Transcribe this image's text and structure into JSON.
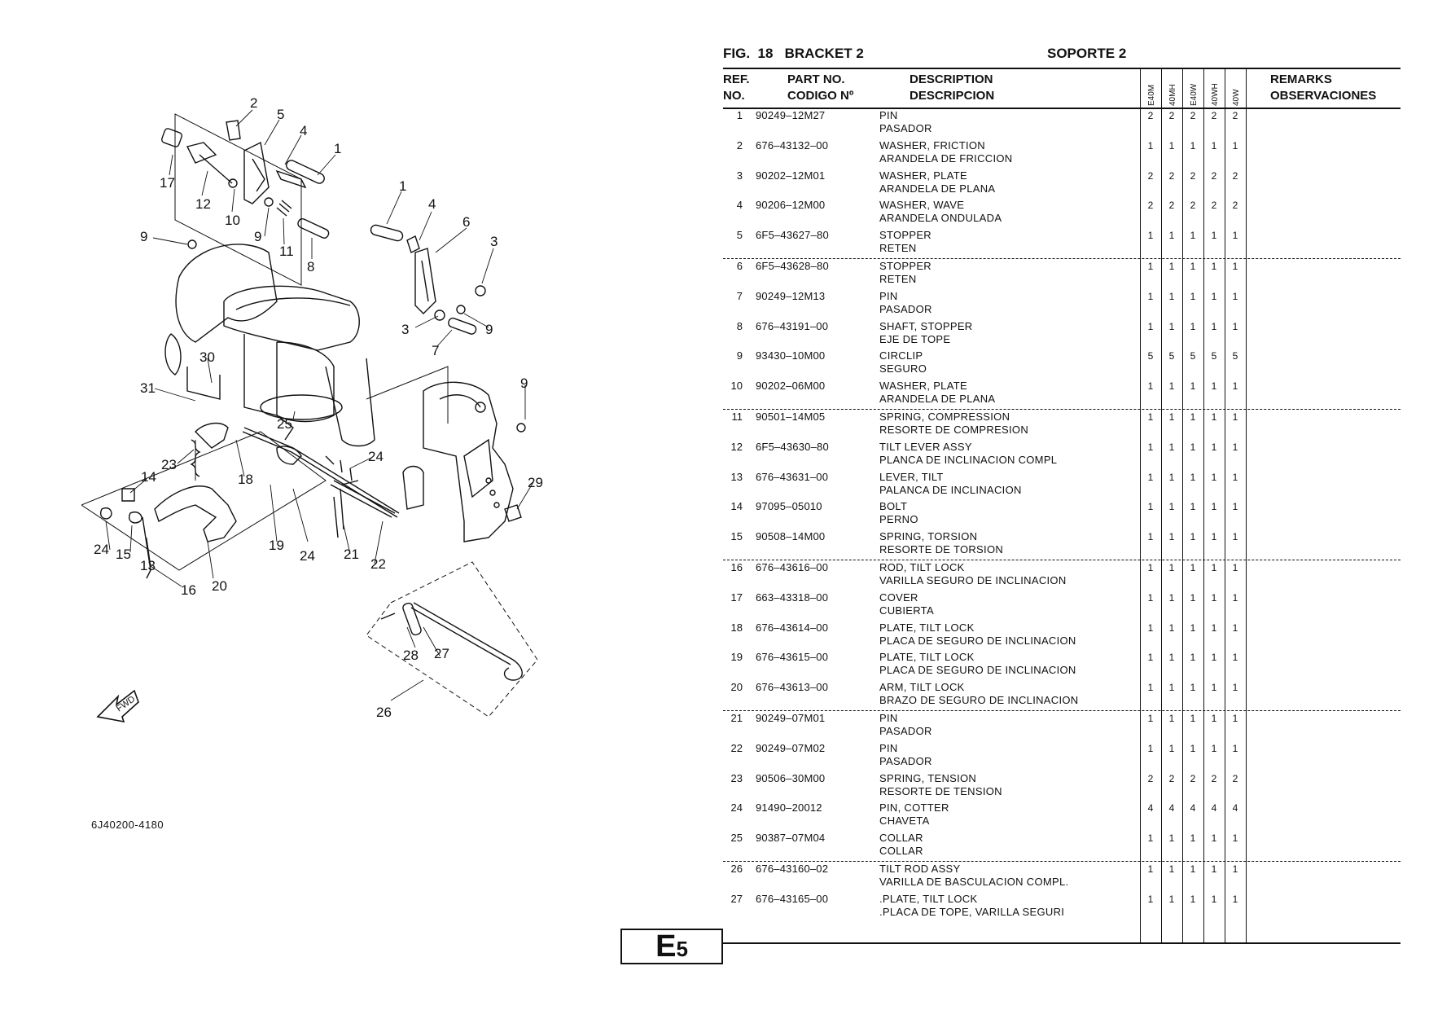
{
  "document": {
    "figure_label": "FIG.  18   BRACKET 2",
    "figure_title_es": "SOPORTE 2",
    "drawing_code": "6J40200-4180",
    "page_code": "E",
    "page_number": "5",
    "fwd_label": "FWD"
  },
  "table": {
    "headers": {
      "ref": "REF.",
      "no": "NO.",
      "part_no": "PART NO.",
      "codigo": "CODIGO Nº",
      "description": "DESCRIPTION",
      "descripcion": "DESCRIPCION",
      "remarks": "REMARKS",
      "observaciones": "OBSERVACIONES",
      "models": [
        "E40M",
        "40MH",
        "E40W",
        "40WH",
        "40W"
      ]
    },
    "rows": [
      {
        "ref": "1",
        "part": "90249–12M27",
        "en": "PIN",
        "es": "PASADOR",
        "qty": [
          "2",
          "2",
          "2",
          "2",
          "2"
        ],
        "group": true
      },
      {
        "ref": "2",
        "part": "676–43132–00",
        "en": "WASHER, FRICTION",
        "es": "ARANDELA DE FRICCION",
        "qty": [
          "1",
          "1",
          "1",
          "1",
          "1"
        ]
      },
      {
        "ref": "3",
        "part": "90202–12M01",
        "en": "WASHER, PLATE",
        "es": "ARANDELA  DE PLANA",
        "qty": [
          "2",
          "2",
          "2",
          "2",
          "2"
        ]
      },
      {
        "ref": "4",
        "part": "90206–12M00",
        "en": "WASHER, WAVE",
        "es": "ARANDELA  ONDULADA",
        "qty": [
          "2",
          "2",
          "2",
          "2",
          "2"
        ]
      },
      {
        "ref": "5",
        "part": "6F5–43627–80",
        "en": "STOPPER",
        "es": "RETEN",
        "qty": [
          "1",
          "1",
          "1",
          "1",
          "1"
        ]
      },
      {
        "ref": "6",
        "part": "6F5–43628–80",
        "en": "STOPPER",
        "es": "RETEN",
        "qty": [
          "1",
          "1",
          "1",
          "1",
          "1"
        ],
        "group": true
      },
      {
        "ref": "7",
        "part": "90249–12M13",
        "en": "PIN",
        "es": "PASADOR",
        "qty": [
          "1",
          "1",
          "1",
          "1",
          "1"
        ]
      },
      {
        "ref": "8",
        "part": "676–43191–00",
        "en": "SHAFT, STOPPER",
        "es": "EJE DE TOPE",
        "qty": [
          "1",
          "1",
          "1",
          "1",
          "1"
        ]
      },
      {
        "ref": "9",
        "part": "93430–10M00",
        "en": "CIRCLIP",
        "es": "SEGURO",
        "qty": [
          "5",
          "5",
          "5",
          "5",
          "5"
        ]
      },
      {
        "ref": "10",
        "part": "90202–06M00",
        "en": "WASHER, PLATE",
        "es": "ARANDELA  DE PLANA",
        "qty": [
          "1",
          "1",
          "1",
          "1",
          "1"
        ]
      },
      {
        "ref": "11",
        "part": "90501–14M05",
        "en": "SPRING, COMPRESSION",
        "es": "RESORTE  DE COMPRESION",
        "qty": [
          "1",
          "1",
          "1",
          "1",
          "1"
        ],
        "group": true
      },
      {
        "ref": "12",
        "part": "6F5–43630–80",
        "en": "TILT LEVER ASSY",
        "es": "PLANCA DE INCLINACION COMPL",
        "qty": [
          "1",
          "1",
          "1",
          "1",
          "1"
        ]
      },
      {
        "ref": "13",
        "part": "676–43631–00",
        "en": "LEVER, TILT",
        "es": "PALANCA DE INCLINACION",
        "qty": [
          "1",
          "1",
          "1",
          "1",
          "1"
        ]
      },
      {
        "ref": "14",
        "part": "97095–05010",
        "en": "BOLT",
        "es": "PERNO",
        "qty": [
          "1",
          "1",
          "1",
          "1",
          "1"
        ]
      },
      {
        "ref": "15",
        "part": "90508–14M00",
        "en": "SPRING, TORSION",
        "es": "RESORTE  DE TORSION",
        "qty": [
          "1",
          "1",
          "1",
          "1",
          "1"
        ]
      },
      {
        "ref": "16",
        "part": "676–43616–00",
        "en": "ROD, TILT LOCK",
        "es": "VARILLA SEGURO DE INCLINACION",
        "qty": [
          "1",
          "1",
          "1",
          "1",
          "1"
        ],
        "group": true
      },
      {
        "ref": "17",
        "part": "663–43318–00",
        "en": "COVER",
        "es": "CUBIERTA",
        "qty": [
          "1",
          "1",
          "1",
          "1",
          "1"
        ]
      },
      {
        "ref": "18",
        "part": "676–43614–00",
        "en": "PLATE, TILT LOCK",
        "es": "PLACA DE SEGURO DE INCLINACION",
        "qty": [
          "1",
          "1",
          "1",
          "1",
          "1"
        ]
      },
      {
        "ref": "19",
        "part": "676–43615–00",
        "en": "PLATE, TILT LOCK",
        "es": "PLACA DE SEGURO DE INCLINACION",
        "qty": [
          "1",
          "1",
          "1",
          "1",
          "1"
        ]
      },
      {
        "ref": "20",
        "part": "676–43613–00",
        "en": "ARM, TILT LOCK",
        "es": "BRAZO DE SEGURO DE INCLINACION",
        "qty": [
          "1",
          "1",
          "1",
          "1",
          "1"
        ]
      },
      {
        "ref": "21",
        "part": "90249–07M01",
        "en": "PIN",
        "es": "PASADOR",
        "qty": [
          "1",
          "1",
          "1",
          "1",
          "1"
        ],
        "group": true
      },
      {
        "ref": "22",
        "part": "90249–07M02",
        "en": "PIN",
        "es": "PASADOR",
        "qty": [
          "1",
          "1",
          "1",
          "1",
          "1"
        ]
      },
      {
        "ref": "23",
        "part": "90506–30M00",
        "en": "SPRING, TENSION",
        "es": "RESORTE  DE TENSION",
        "qty": [
          "2",
          "2",
          "2",
          "2",
          "2"
        ]
      },
      {
        "ref": "24",
        "part": "91490–20012",
        "en": "PIN, COTTER",
        "es": "CHAVETA",
        "qty": [
          "4",
          "4",
          "4",
          "4",
          "4"
        ]
      },
      {
        "ref": "25",
        "part": "90387–07M04",
        "en": "COLLAR",
        "es": "COLLAR",
        "qty": [
          "1",
          "1",
          "1",
          "1",
          "1"
        ]
      },
      {
        "ref": "26",
        "part": "676–43160–02",
        "en": "TILT ROD ASSY",
        "es": "VARILLA DE BASCULACION COMPL.",
        "qty": [
          "1",
          "1",
          "1",
          "1",
          "1"
        ],
        "group": true
      },
      {
        "ref": "27",
        "part": "676–43165–00",
        "en": ".PLATE, TILT LOCK",
        "es": ".PLACA DE TOPE, VARILLA SEGURI",
        "qty": [
          "1",
          "1",
          "1",
          "1",
          "1"
        ]
      }
    ]
  },
  "diagram": {
    "callouts": [
      "1",
      "1",
      "2",
      "3",
      "3",
      "4",
      "4",
      "5",
      "6",
      "7",
      "8",
      "9",
      "9",
      "9",
      "9",
      "10",
      "11",
      "12",
      "13",
      "14",
      "15",
      "16",
      "17",
      "18",
      "19",
      "20",
      "21",
      "22",
      "23",
      "24",
      "24",
      "25",
      "26",
      "27",
      "28",
      "29",
      "30",
      "31"
    ]
  }
}
